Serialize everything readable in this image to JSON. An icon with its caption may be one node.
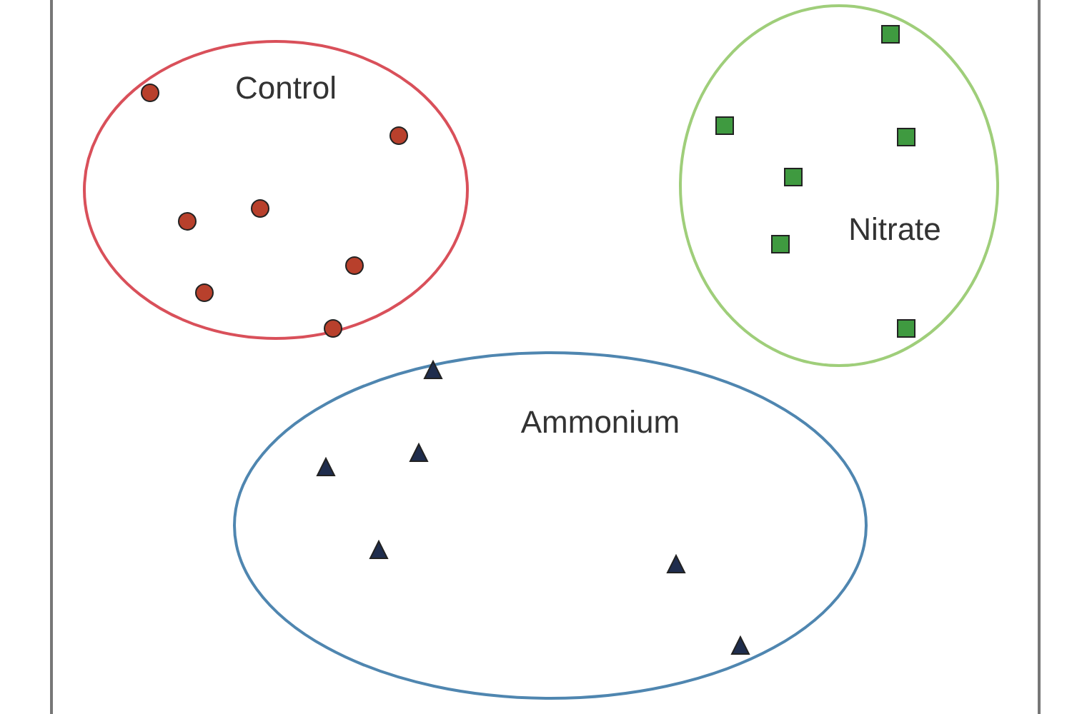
{
  "diagram": {
    "nodes": [
      {
        "text": [
          "Control"
        ]
      },
      {
        "text": [
          "Nitrate"
        ]
      },
      {
        "text": [
          "Ammonium"
        ]
      }
    ]
  }
}
